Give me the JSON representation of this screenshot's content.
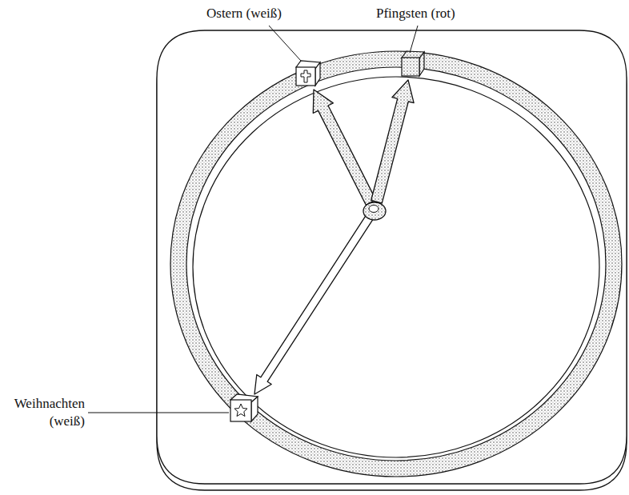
{
  "diagram": {
    "labels": [
      "Ostern (weiß)",
      "Pfingsten (rot)",
      "Weihnachten (weiß)"
    ]
  }
}
